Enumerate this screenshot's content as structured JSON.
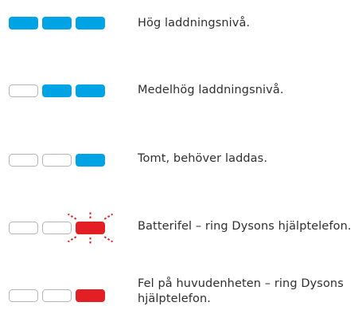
{
  "colors": {
    "charged": "#00a4e4",
    "empty_fill": "#ffffff",
    "empty_border": "#b5b5b5",
    "fault": "#e31e24",
    "text": "#2f2f2f"
  },
  "rows": [
    {
      "label": "Hög laddningsnivå.",
      "segments": [
        "charged",
        "charged",
        "charged"
      ],
      "flashing": false
    },
    {
      "label": "Medelhög laddningsnivå.",
      "segments": [
        "empty",
        "charged",
        "charged"
      ],
      "flashing": false
    },
    {
      "label": "Tomt, behöver laddas.",
      "segments": [
        "empty",
        "empty",
        "charged"
      ],
      "flashing": false
    },
    {
      "label": "Batterifel – ring Dysons hjälptelefon.",
      "segments": [
        "empty",
        "empty",
        "fault"
      ],
      "flashing": true
    },
    {
      "label": "Fel på huvudenheten – ring Dysons hjälptelefon.",
      "segments": [
        "empty",
        "empty",
        "fault"
      ],
      "flashing": false
    }
  ]
}
